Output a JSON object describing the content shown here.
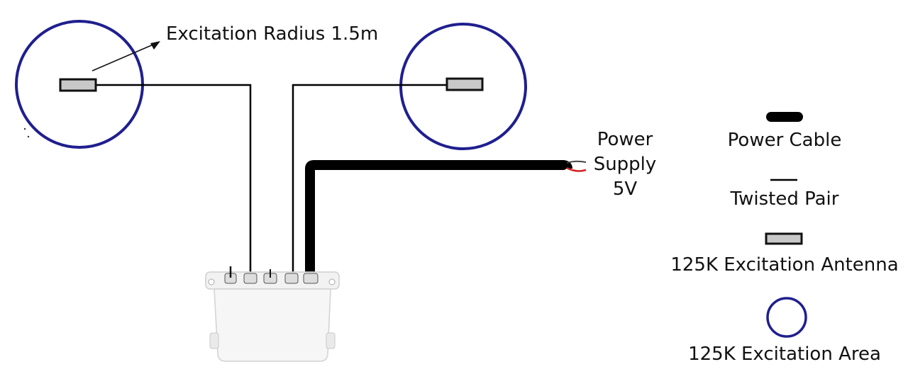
{
  "annotations": {
    "excitation_radius": "Excitation Radius 1.5m",
    "power_supply_line1": "Power",
    "power_supply_line2": "Supply",
    "power_supply_line3": "5V"
  },
  "legend": {
    "power_cable": "Power Cable",
    "twisted_pair": "Twisted Pair",
    "antenna": "125K Excitation Antenna",
    "area": "125K Excitation Area"
  },
  "colors": {
    "excitation_circle": "#1f1f8f",
    "power_cable": "#000000",
    "twisted_pair": "#000000",
    "antenna_fill": "#c8c8c8",
    "wire_red": "#d42020",
    "controller_body": "#f4f4f4"
  },
  "icons": {
    "controller": "controller-box-icon",
    "antenna": "antenna-icon",
    "excitation_area": "excitation-circle-icon"
  }
}
